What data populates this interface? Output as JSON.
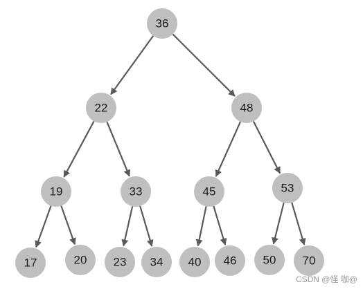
{
  "tree": {
    "nodes": [
      {
        "id": "n36",
        "label": "36"
      },
      {
        "id": "n22",
        "label": "22"
      },
      {
        "id": "n48",
        "label": "48"
      },
      {
        "id": "n19",
        "label": "19"
      },
      {
        "id": "n33",
        "label": "33"
      },
      {
        "id": "n45",
        "label": "45"
      },
      {
        "id": "n53",
        "label": "53"
      },
      {
        "id": "n17",
        "label": "17"
      },
      {
        "id": "n20",
        "label": "20"
      },
      {
        "id": "n23",
        "label": "23"
      },
      {
        "id": "n34",
        "label": "34"
      },
      {
        "id": "n40",
        "label": "40"
      },
      {
        "id": "n46",
        "label": "46"
      },
      {
        "id": "n50",
        "label": "50"
      },
      {
        "id": "n70",
        "label": "70"
      }
    ],
    "edges": [
      {
        "from": "n36",
        "to": "n22"
      },
      {
        "from": "n36",
        "to": "n48"
      },
      {
        "from": "n22",
        "to": "n19"
      },
      {
        "from": "n22",
        "to": "n33"
      },
      {
        "from": "n48",
        "to": "n45"
      },
      {
        "from": "n48",
        "to": "n53"
      },
      {
        "from": "n19",
        "to": "n17"
      },
      {
        "from": "n19",
        "to": "n20"
      },
      {
        "from": "n33",
        "to": "n23"
      },
      {
        "from": "n33",
        "to": "n34"
      },
      {
        "from": "n45",
        "to": "n40"
      },
      {
        "from": "n45",
        "to": "n46"
      },
      {
        "from": "n53",
        "to": "n50"
      },
      {
        "from": "n53",
        "to": "n70"
      }
    ]
  },
  "watermark": "CSDN @怪 咖@"
}
